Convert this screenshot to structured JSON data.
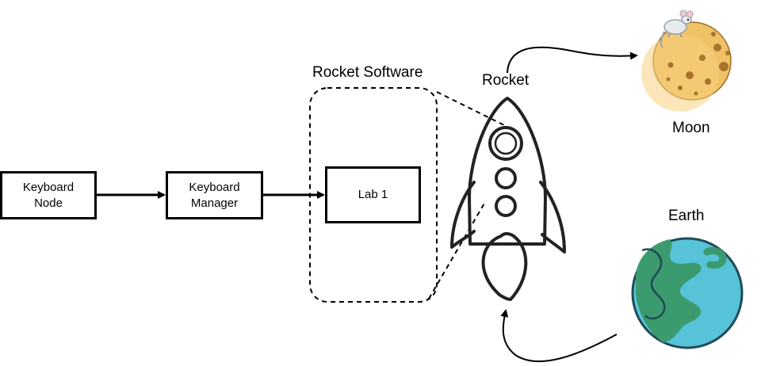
{
  "nodes": {
    "keyboard_node": "Keyboard\nNode",
    "keyboard_manager": "Keyboard\nManager",
    "lab1": "Lab 1"
  },
  "labels": {
    "rocket_software": "Rocket Software",
    "rocket": "Rocket",
    "moon": "Moon",
    "earth": "Earth"
  },
  "icons": {
    "rocket": "rocket-icon",
    "moon": "moon-icon",
    "mouse": "mouse-icon",
    "earth": "earth-icon"
  },
  "colors": {
    "moon_fill": "#f0c266",
    "moon_crater": "#a8742c",
    "earth_ocean": "#57c3d9",
    "earth_land": "#3b9a6e",
    "earth_outline": "#1f4a57"
  }
}
